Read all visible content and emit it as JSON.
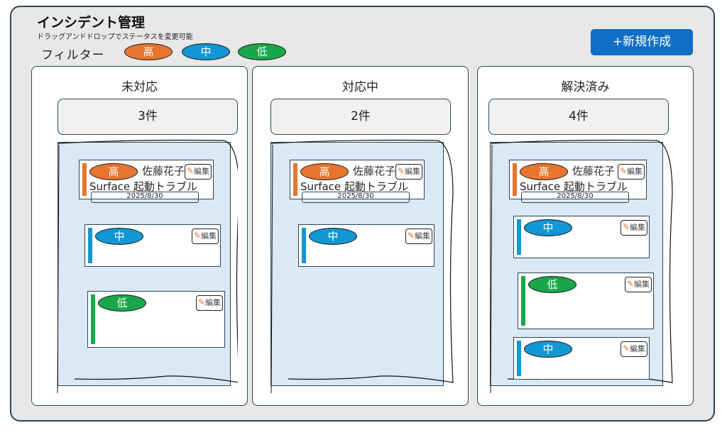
{
  "header": {
    "title": "インシデント管理",
    "subtitle": "ドラッグアンドドロップでステータスを変更可能",
    "filter_label": "フィルター",
    "create_button": "+新規作成"
  },
  "filters": [
    {
      "label": "高",
      "color": "#e8742f"
    },
    {
      "label": "中",
      "color": "#1296d4"
    },
    {
      "label": "低",
      "color": "#1aa64a"
    }
  ],
  "priority_colors": {
    "high": "#e8742f",
    "medium": "#1296d4",
    "low": "#1aa64a"
  },
  "columns": [
    {
      "title": "未対応",
      "count": "3件",
      "cards": [
        {
          "priority": "高",
          "assignee": "佐藤花子",
          "edit": "編集",
          "title": "Surface 起動トラブル",
          "date": "2025/8/30"
        },
        {
          "priority": "中",
          "edit": "編集"
        },
        {
          "priority": "低",
          "edit": "編集"
        }
      ]
    },
    {
      "title": "対応中",
      "count": "2件",
      "cards": [
        {
          "priority": "高",
          "assignee": "佐藤花子",
          "edit": "編集",
          "title": "Surface 起動トラブル",
          "date": "2025/8/30"
        },
        {
          "priority": "中",
          "edit": "編集"
        }
      ]
    },
    {
      "title": "解決済み",
      "count": "4件",
      "cards": [
        {
          "priority": "高",
          "assignee": "佐藤花子",
          "edit": "編集",
          "title": "Surface 起動トラブル",
          "date": "2025/8/30"
        },
        {
          "priority": "中",
          "edit": "編集"
        },
        {
          "priority": "低",
          "edit": "編集"
        },
        {
          "priority": "中",
          "edit": "編集"
        }
      ]
    }
  ]
}
